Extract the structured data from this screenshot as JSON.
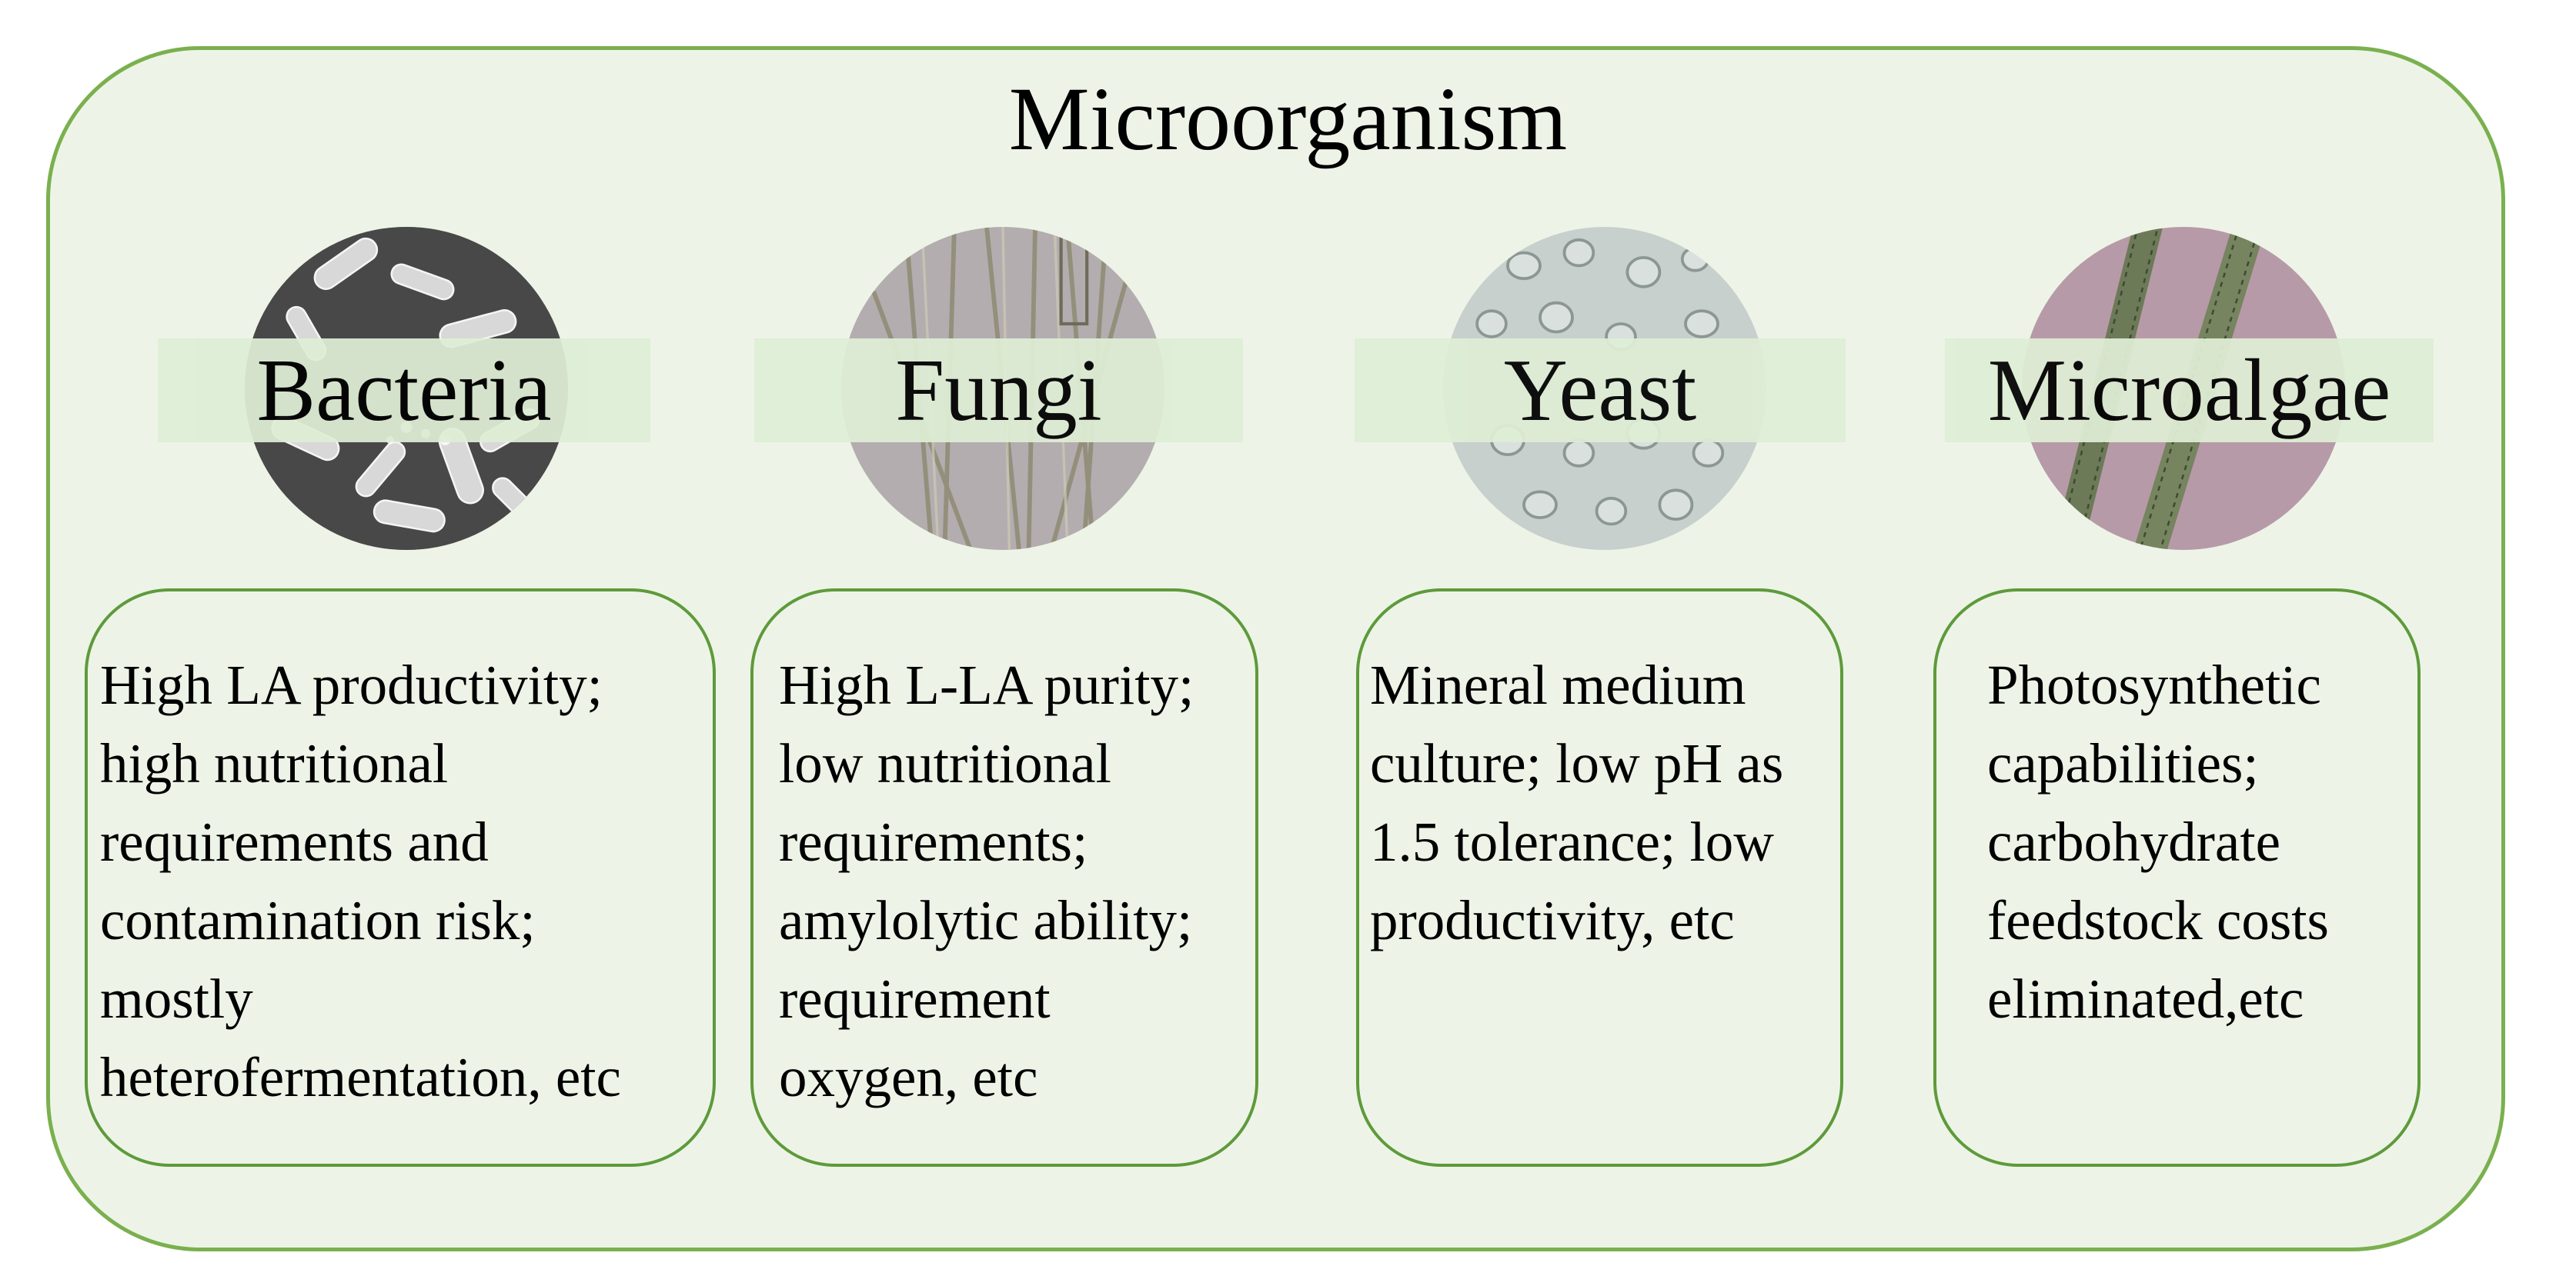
{
  "title": "Microorganism",
  "colors": {
    "panel_border": "#7ab04e",
    "panel_fill": "#edf4e7",
    "label_band": "#dfeed5",
    "box_border": "#5e9a3b"
  },
  "organisms": [
    {
      "name": "Bacteria",
      "image": "bacteria-micrograph",
      "description": "High LA productivity;\nhigh nutritional\nrequirements and\ncontamination risk;\nmostly\nheterofermentation, etc"
    },
    {
      "name": "Fungi",
      "image": "fungi-micrograph",
      "description": "High L-LA purity;\nlow nutritional\nrequirements;\namylolytic ability;\nrequirement\noxygen, etc"
    },
    {
      "name": "Yeast",
      "image": "yeast-micrograph",
      "description": "Mineral medium\nculture; low pH as\n1.5 tolerance; low\nproductivity, etc"
    },
    {
      "name": "Microalgae",
      "image": "microalgae-micrograph",
      "description": "Photosynthetic\ncapabilities;\ncarbohydrate\nfeedstock costs\neliminated,etc"
    }
  ]
}
